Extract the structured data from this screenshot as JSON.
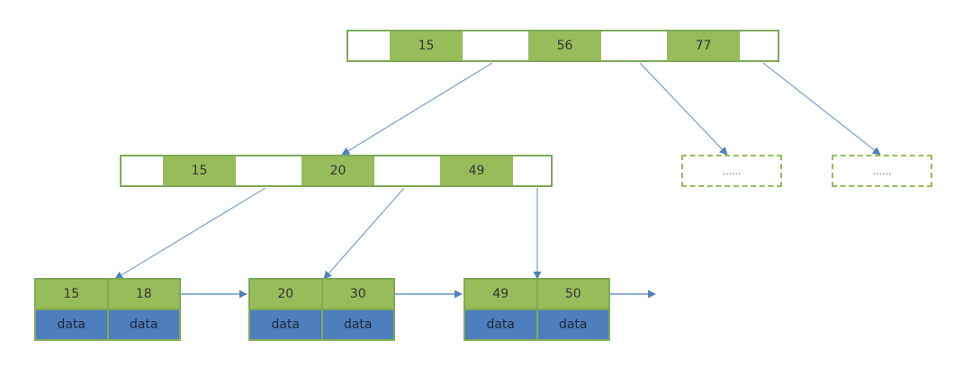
{
  "colors": {
    "key_fill": "#97bd5a",
    "border": "#7fa956",
    "data_fill": "#4d7ebd",
    "edge": "#4f81bd"
  },
  "root": {
    "keys": [
      "15",
      "56",
      "77"
    ]
  },
  "level2": {
    "keys": [
      "15",
      "20",
      "49"
    ]
  },
  "placeholders": [
    "......",
    "......"
  ],
  "leaves": [
    {
      "keys": [
        "15",
        "18"
      ],
      "data": [
        "data",
        "data"
      ]
    },
    {
      "keys": [
        "20",
        "30"
      ],
      "data": [
        "data",
        "data"
      ]
    },
    {
      "keys": [
        "49",
        "50"
      ],
      "data": [
        "data",
        "data"
      ]
    }
  ]
}
